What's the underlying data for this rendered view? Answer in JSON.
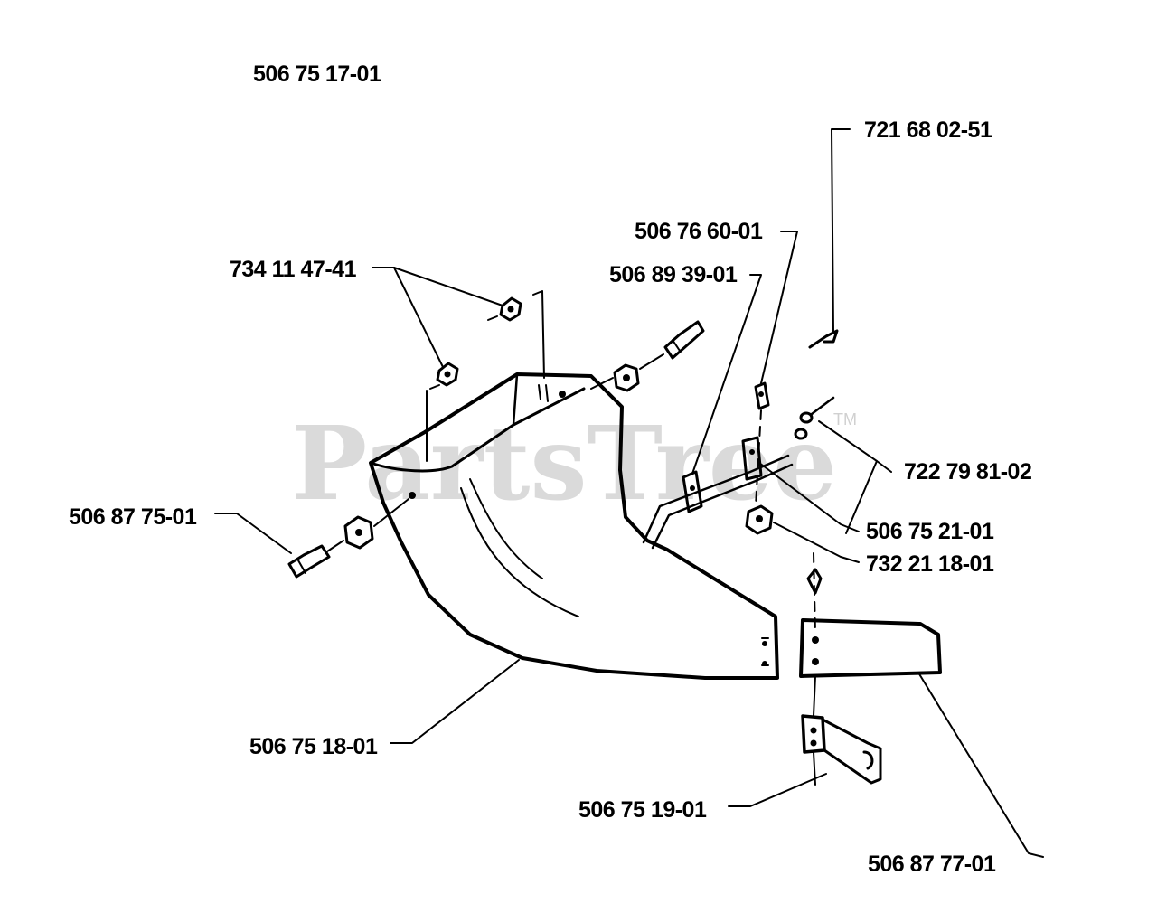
{
  "diagram": {
    "watermark": "PartsTree",
    "watermark_tm": "TM",
    "callouts": {
      "assembly": "506 75 17-01",
      "pin_top": "721 68 02-51",
      "clip": "506 76 60-01",
      "bracket_small": "506 89 39-01",
      "nut": "734 11 47-41",
      "washer_pair": "722 79 81-02",
      "bolt_left": "506 87 75-01",
      "block": "506 75 21-01",
      "locknut": "732 21 18-01",
      "chute": "506 75 18-01",
      "mount_bracket": "506 75 19-01",
      "extension_plate": "506 87 77-01"
    }
  }
}
